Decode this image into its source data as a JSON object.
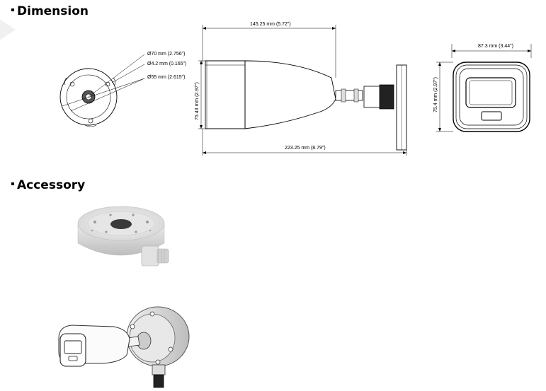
{
  "sections": {
    "dimension_title": "Dimension",
    "accessory_title": "Accessory"
  },
  "front_view": {
    "dia_outer": "Ø70 mm (2.756\")",
    "dia_hole": "Ø4.2 mm (0.165\")",
    "dia_inner": "Ø55 mm (2.615\")"
  },
  "side_view": {
    "top_length": "145.25 mm (5.72\")",
    "total_length": "223.25 mm (8.79\")",
    "height": "75.43 mm (2.97\")"
  },
  "rear_view": {
    "width": "87.3 mm (3.44\")",
    "height": "75.4 mm (2.97\")"
  },
  "colors": {
    "line": "#000000",
    "fill_light": "#f2f2f2",
    "fill_mid": "#d9d9d9",
    "fill_dark": "#444444"
  }
}
